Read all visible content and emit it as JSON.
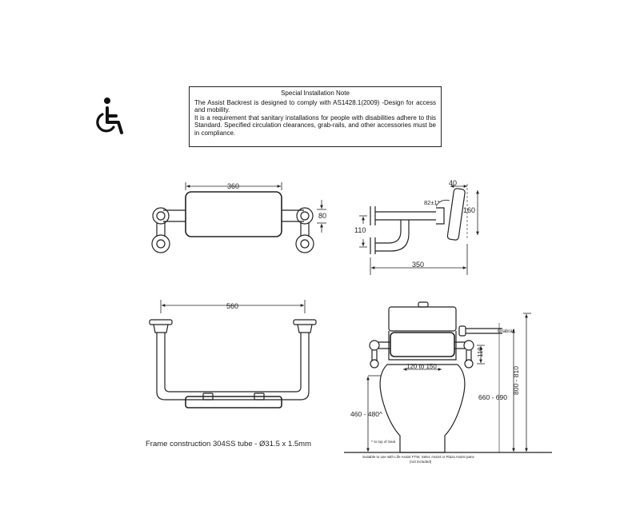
{
  "note": {
    "title": "Special Installation Note",
    "line1": "The  Assist Backrest is designed to comply with AS1428.1(2009) -Design for access and mobility.",
    "line2": "It is a requirement that sanitary installations for people with disabilities adhere to this Standard.  Specified circulation clearances, grab-rails, and other accessories must be in compliance."
  },
  "icons": {
    "accessibility": "wheelchair-icon"
  },
  "front_view": {
    "width": "360",
    "height": "80",
    "rail_drop": "110"
  },
  "side_view": {
    "depth": "40",
    "angle": "82±1°",
    "height": "160",
    "length": "350"
  },
  "bottom_view": {
    "width": "560"
  },
  "frame_caption": "Frame construction 304SS tube - Ø31.5 x 1.5mm",
  "installation": {
    "grab_rail": "Grabrail",
    "backrest_height": "110",
    "backrest_range": "120 to 150",
    "seat_height": "460 - 480^",
    "top_of_seat": "^ to top of Seat",
    "rail_height": "660 - 690",
    "overall_height": "800 - 810",
    "footnote1": "Suitable to use with Life Assist FTW, Selec Assist or Plaza Assist pans",
    "footnote2": "(not included)"
  }
}
